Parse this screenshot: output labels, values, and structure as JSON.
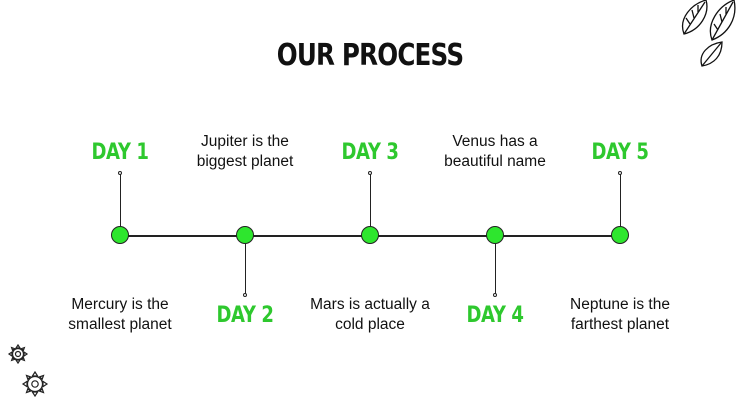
{
  "title": "OUR PROCESS",
  "accent_color": "#2ee62e",
  "label_color": "#2ec82e",
  "steps": [
    {
      "day": "DAY 1",
      "text_line1": "Mercury is the",
      "text_line2": "smallest planet"
    },
    {
      "day": "DAY 2",
      "text_line1": "Jupiter is the",
      "text_line2": "biggest planet"
    },
    {
      "day": "DAY 3",
      "text_line1": "Mars is actually a",
      "text_line2": "cold place"
    },
    {
      "day": "DAY 4",
      "text_line1": "Venus has a",
      "text_line2": "beautiful name"
    },
    {
      "day": "DAY 5",
      "text_line1": "Neptune is the",
      "text_line2": "farthest planet"
    }
  ],
  "decorations": {
    "top_right": "leaf-icon",
    "bottom_left": "gear-icon"
  }
}
